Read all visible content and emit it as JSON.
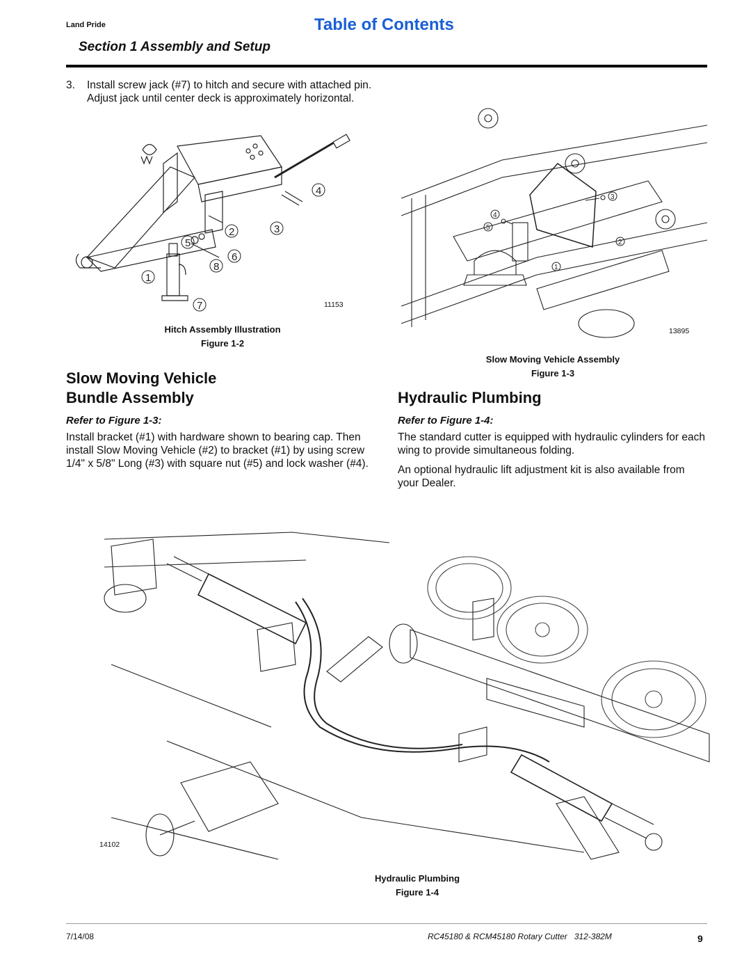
{
  "header": {
    "brand": "Land Pride",
    "toc_link": "Table of Contents",
    "section_title": "Section 1 Assembly and Setup"
  },
  "step3": {
    "number": "3.",
    "text": "Install screw jack (#7) to hitch and secure with attached pin. Adjust jack until center deck is approximately horizontal."
  },
  "figure_1_2": {
    "caption": "Hitch Assembly Illustration",
    "label": "Figure 1-2",
    "part_number": "11153",
    "callouts": [
      "1",
      "2",
      "3",
      "4",
      "5",
      "6",
      "7",
      "8"
    ]
  },
  "figure_1_3": {
    "caption": "Slow Moving Vehicle Assembly",
    "label": "Figure 1-3",
    "part_number": "13895",
    "callouts": [
      "1",
      "2",
      "3",
      "4",
      "5"
    ]
  },
  "smv_section": {
    "heading": "Slow Moving Vehicle Bundle Assembly",
    "refer": "Refer to Figure 1-3:",
    "text": "Install bracket (#1) with hardware shown to bearing cap. Then install Slow Moving Vehicle (#2) to bracket (#1) by using screw 1/4\" x 5/8\" Long (#3) with square nut (#5) and lock washer (#4)."
  },
  "hydraulic_section": {
    "heading": "Hydraulic Plumbing",
    "refer": "Refer to Figure 1-4:",
    "para1": "The standard cutter is equipped with hydraulic cylinders for each wing to provide simultaneous folding.",
    "para2": "An optional hydraulic lift adjustment kit is also available from your Dealer."
  },
  "figure_1_4": {
    "caption": "Hydraulic Plumbing",
    "label": "Figure 1-4",
    "part_number": "14102"
  },
  "footer": {
    "date": "7/14/08",
    "model": "RC45180 & RCM45180 Rotary Cutter   312-382M",
    "page": "9"
  }
}
